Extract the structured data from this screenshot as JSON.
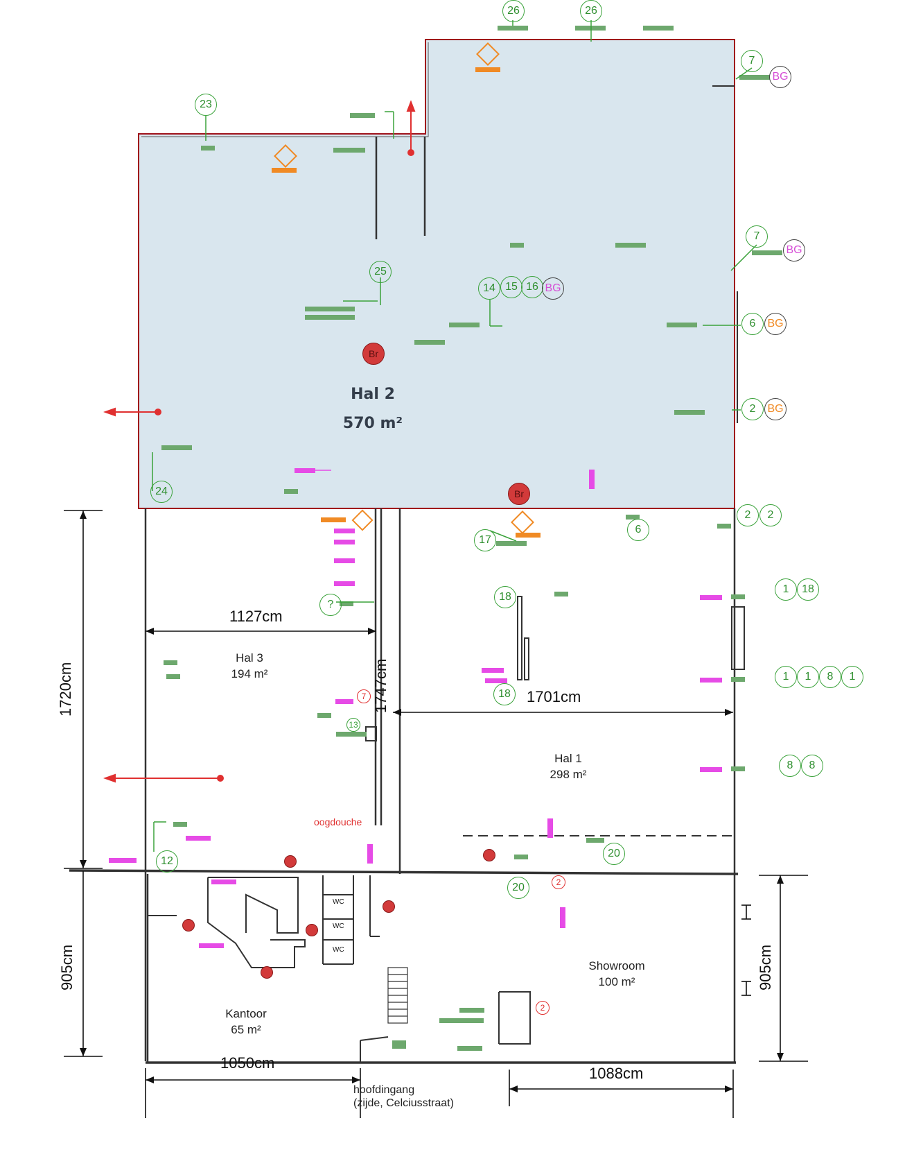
{
  "rooms": {
    "hal2": {
      "name": "Hal 2",
      "area": "570 m²"
    },
    "hal3": {
      "name": "Hal 3",
      "area": "194 m²"
    },
    "hal1": {
      "name": "Hal 1",
      "area": "298 m²"
    },
    "showroom": {
      "name": "Showroom",
      "area": "100 m²"
    },
    "kantoor": {
      "name": "Kantoor",
      "area": "65 m²"
    }
  },
  "dimensions": {
    "hal3_width": "1127cm",
    "hal3_height": "1720cm",
    "hal1_height": "1747cm",
    "hal1_width": "1701cm",
    "kantoor_height": "905cm",
    "kantoor_width": "1050cm",
    "showroom_width": "1088cm",
    "showroom_height": "905cm"
  },
  "labels": {
    "oogdouche": "oogdouche",
    "entrance_line1": "hoofdingang",
    "entrance_line2": "(zijde, Celciusstraat)",
    "wc": "WC",
    "br": "Br",
    "bg": "BG"
  },
  "badges": {
    "b26a": "26",
    "b26b": "26",
    "b23": "23",
    "b7a": "7",
    "b7b": "7",
    "b25": "25",
    "b14": "14",
    "b15": "15",
    "b16": "16",
    "b6a": "6",
    "b2a": "2",
    "b24": "24",
    "b17": "17",
    "b6b": "6",
    "b2b": "2",
    "b2c": "2",
    "bq": "?",
    "b18a": "18",
    "b1a": "1",
    "b18b": "18",
    "b18c": "18",
    "b1b": "1",
    "b1c": "1",
    "b8a": "8",
    "b1d": "1",
    "b8b": "8",
    "b8c": "8",
    "b12": "12",
    "b20a": "20",
    "b20b": "20",
    "r7": "7",
    "r13": "13",
    "r2a": "2",
    "r2b": "2"
  },
  "colors": {
    "hal2_fill": "#d9e6ee",
    "wall": "#333333",
    "outline_red": "#a0121b",
    "green": "#3aa23a",
    "magenta": "#e64be6",
    "red": "#e03030",
    "orange": "#f08a24"
  }
}
